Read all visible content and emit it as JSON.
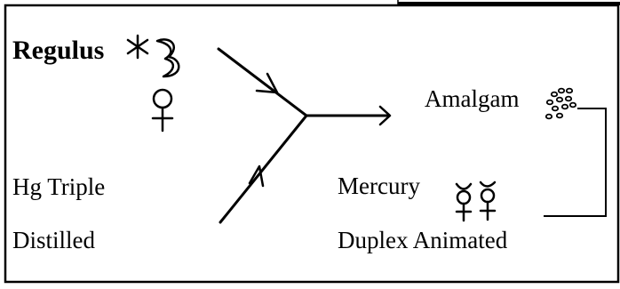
{
  "labels": {
    "regulus": "Regulus",
    "hg_triple": "Hg Triple",
    "distilled": "Distilled",
    "mercury": "Mercury",
    "duplex_animated": "Duplex Animated",
    "amalgam": "Amalgam"
  },
  "symbols": {
    "regulus_symbols": [
      "antimony-star-icon",
      "moon-icon",
      "venus-icon"
    ],
    "mercury_symbols": [
      "mercury-icon",
      "mercury-icon"
    ],
    "amalgam_symbol": "amalgam-dots-icon"
  },
  "colors": {
    "ink": "#000000",
    "background": "#ffffff"
  }
}
